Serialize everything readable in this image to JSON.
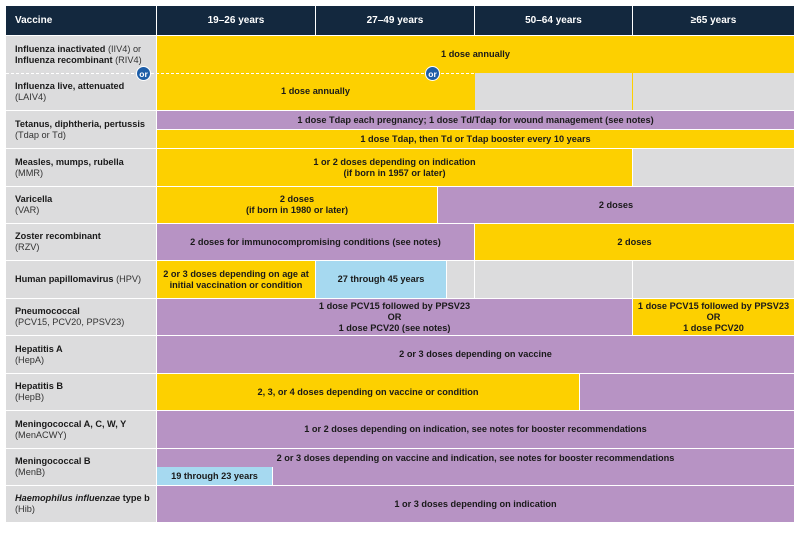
{
  "colors": {
    "header": "#13283e",
    "yellow": "#fdd000",
    "purple": "#b793c4",
    "blue": "#a6d9f0",
    "gray": "#dcdcdd",
    "or_badge": "#1d5ea8"
  },
  "header": {
    "vaccine": "Vaccine",
    "age_groups": [
      "19–26 years",
      "27–49 years",
      "50–64 years",
      "≥65 years"
    ]
  },
  "or_label": "or",
  "rows": [
    {
      "id": "flu-inact",
      "name_lines": [
        "Influenza inactivated",
        "Influenza recombinant"
      ],
      "abbrev_lines": [
        "(IIV4) or",
        "(RIV4)"
      ],
      "bars": [
        {
          "color": "yellow",
          "text": "1 dose annually"
        }
      ]
    },
    {
      "id": "flu-live",
      "name": "Influenza live, attenuated",
      "abbrev": "(LAIV4)",
      "bars": [
        {
          "color": "yellow",
          "text": "1 dose annually"
        },
        {
          "color": "gray",
          "text": ""
        },
        {
          "color": "gray",
          "text": ""
        }
      ]
    },
    {
      "id": "tdap",
      "name": "Tetanus, diphtheria, pertussis",
      "abbrev": "(Tdap or Td)",
      "bars": [
        {
          "color": "purple",
          "text": "1 dose Tdap each pregnancy; 1 dose Td/Tdap for wound management (see notes)"
        },
        {
          "color": "yellow",
          "text": "1 dose Tdap, then Td or Tdap booster every 10 years"
        }
      ]
    },
    {
      "id": "mmr",
      "name": "Measles, mumps, rubella",
      "abbrev": "(MMR)",
      "bars": [
        {
          "color": "yellow",
          "text": "1 or 2 doses depending on indication\n(if born in 1957 or later)"
        },
        {
          "color": "gray",
          "text": ""
        }
      ]
    },
    {
      "id": "var",
      "name": "Varicella",
      "abbrev": "(VAR)",
      "bars": [
        {
          "color": "yellow",
          "text": "2 doses\n(if born in 1980 or later)"
        },
        {
          "color": "purple",
          "text": "2 doses"
        }
      ]
    },
    {
      "id": "rzv",
      "name": "Zoster recombinant",
      "abbrev": "(RZV)",
      "bars": [
        {
          "color": "purple",
          "text": "2 doses for immunocompromising conditions (see notes)"
        },
        {
          "color": "yellow",
          "text": "2 doses"
        }
      ]
    },
    {
      "id": "hpv",
      "name": "Human papillomavirus",
      "abbrev": "(HPV)",
      "bars": [
        {
          "color": "yellow",
          "text": "2 or 3 doses depending on age at\ninitial vaccination or condition"
        },
        {
          "color": "blue",
          "text": "27 through 45 years"
        },
        {
          "color": "gray",
          "text": ""
        },
        {
          "color": "gray",
          "text": ""
        },
        {
          "color": "gray",
          "text": ""
        }
      ]
    },
    {
      "id": "pneumo",
      "name": "Pneumococcal",
      "abbrev": "(PCV15, PCV20, PPSV23)",
      "bars": [
        {
          "color": "purple",
          "text": "1 dose PCV15 followed by PPSV23\nOR\n1 dose PCV20 (see notes)"
        },
        {
          "color": "yellow",
          "text": "1 dose PCV15 followed by PPSV23\nOR\n1 dose PCV20"
        }
      ]
    },
    {
      "id": "hepa",
      "name": "Hepatitis A",
      "abbrev": "(HepA)",
      "bars": [
        {
          "color": "purple",
          "text": "2 or 3 doses depending on vaccine"
        }
      ]
    },
    {
      "id": "hepb",
      "name": "Hepatitis B",
      "abbrev": "(HepB)",
      "bars": [
        {
          "color": "yellow",
          "text": "2, 3, or 4 doses depending on vaccine or condition"
        },
        {
          "color": "purple",
          "text": ""
        }
      ]
    },
    {
      "id": "menacwy",
      "name": "Meningococcal A, C, W, Y",
      "abbrev": "(MenACWY)",
      "bars": [
        {
          "color": "purple",
          "text": "1 or 2 doses depending on indication, see notes for booster recommendations"
        }
      ]
    },
    {
      "id": "menb",
      "name": "Meningococcal B",
      "abbrev": "(MenB)",
      "bars": [
        {
          "color": "purple",
          "text": "2 or 3 doses depending on vaccine and indication, see notes for booster recommendations"
        },
        {
          "color": "blue",
          "text": "19 through 23 years"
        }
      ]
    },
    {
      "id": "hib",
      "name_italic": "Haemophilus influenzae",
      "name_rest": " type b",
      "abbrev": "(Hib)",
      "bars": [
        {
          "color": "purple",
          "text": "1 or 3 doses depending on indication"
        }
      ]
    }
  ]
}
